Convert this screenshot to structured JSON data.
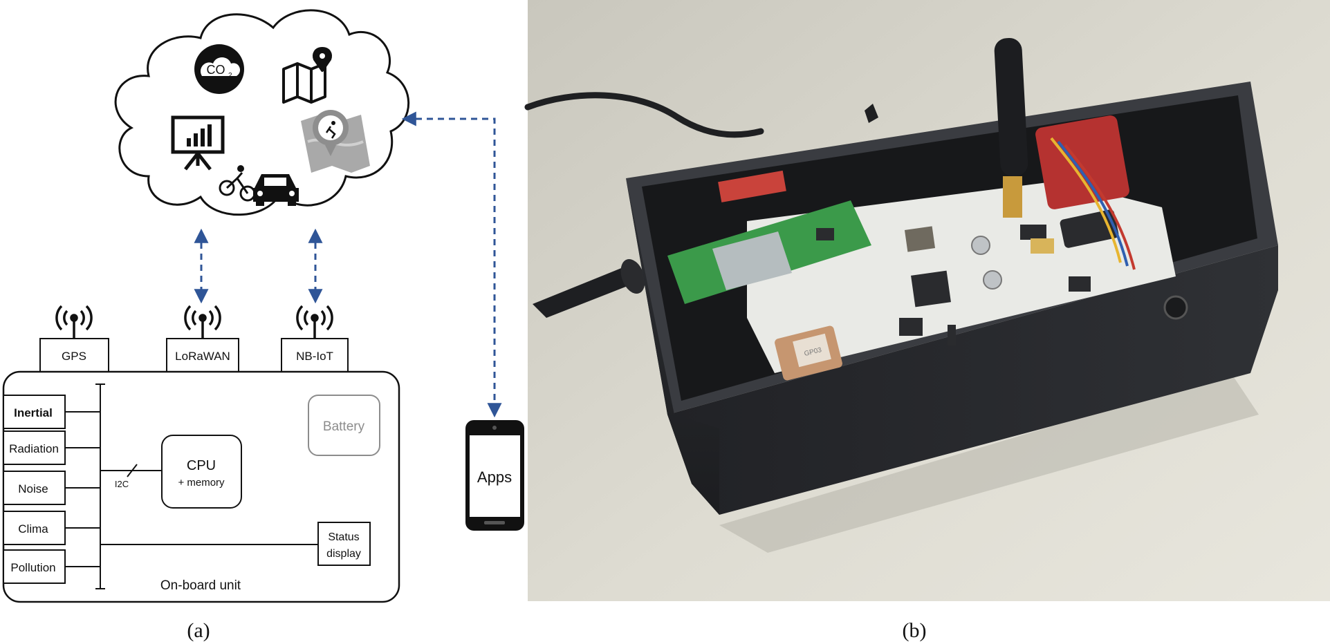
{
  "panel_a": {
    "caption": "(a)",
    "cloud_icons": [
      "co2-icon",
      "map-location-icon",
      "presentation-chart-icon",
      "fall-detection-map-icon",
      "cyclist-icon",
      "car-icon"
    ],
    "co2_label": "CO",
    "co2_subscript": "2",
    "antennas": [
      {
        "label": "GPS"
      },
      {
        "label": "LoRaWAN"
      },
      {
        "label": "NB-IoT"
      }
    ],
    "sensors": [
      "Inertial",
      "Radiation",
      "Noise",
      "Clima",
      "Pollution"
    ],
    "bus_label": "I2C",
    "cpu_title": "CPU",
    "cpu_subtitle": "+ memory",
    "battery": "Battery",
    "status_line1": "Status",
    "status_line2": "display",
    "unit_label": "On-board unit",
    "phone_label": "Apps",
    "colors": {
      "arrow": "#2f5597",
      "line": "#1a1a1a",
      "battery": "#8c8c8c"
    }
  },
  "panel_b": {
    "caption": "(b)",
    "gps_chip_text": "GP03",
    "colors": {
      "table": "#d9d7cd",
      "box": "#26282b",
      "board": "#e9eae6",
      "pcb_green": "#3b9a4a"
    }
  }
}
